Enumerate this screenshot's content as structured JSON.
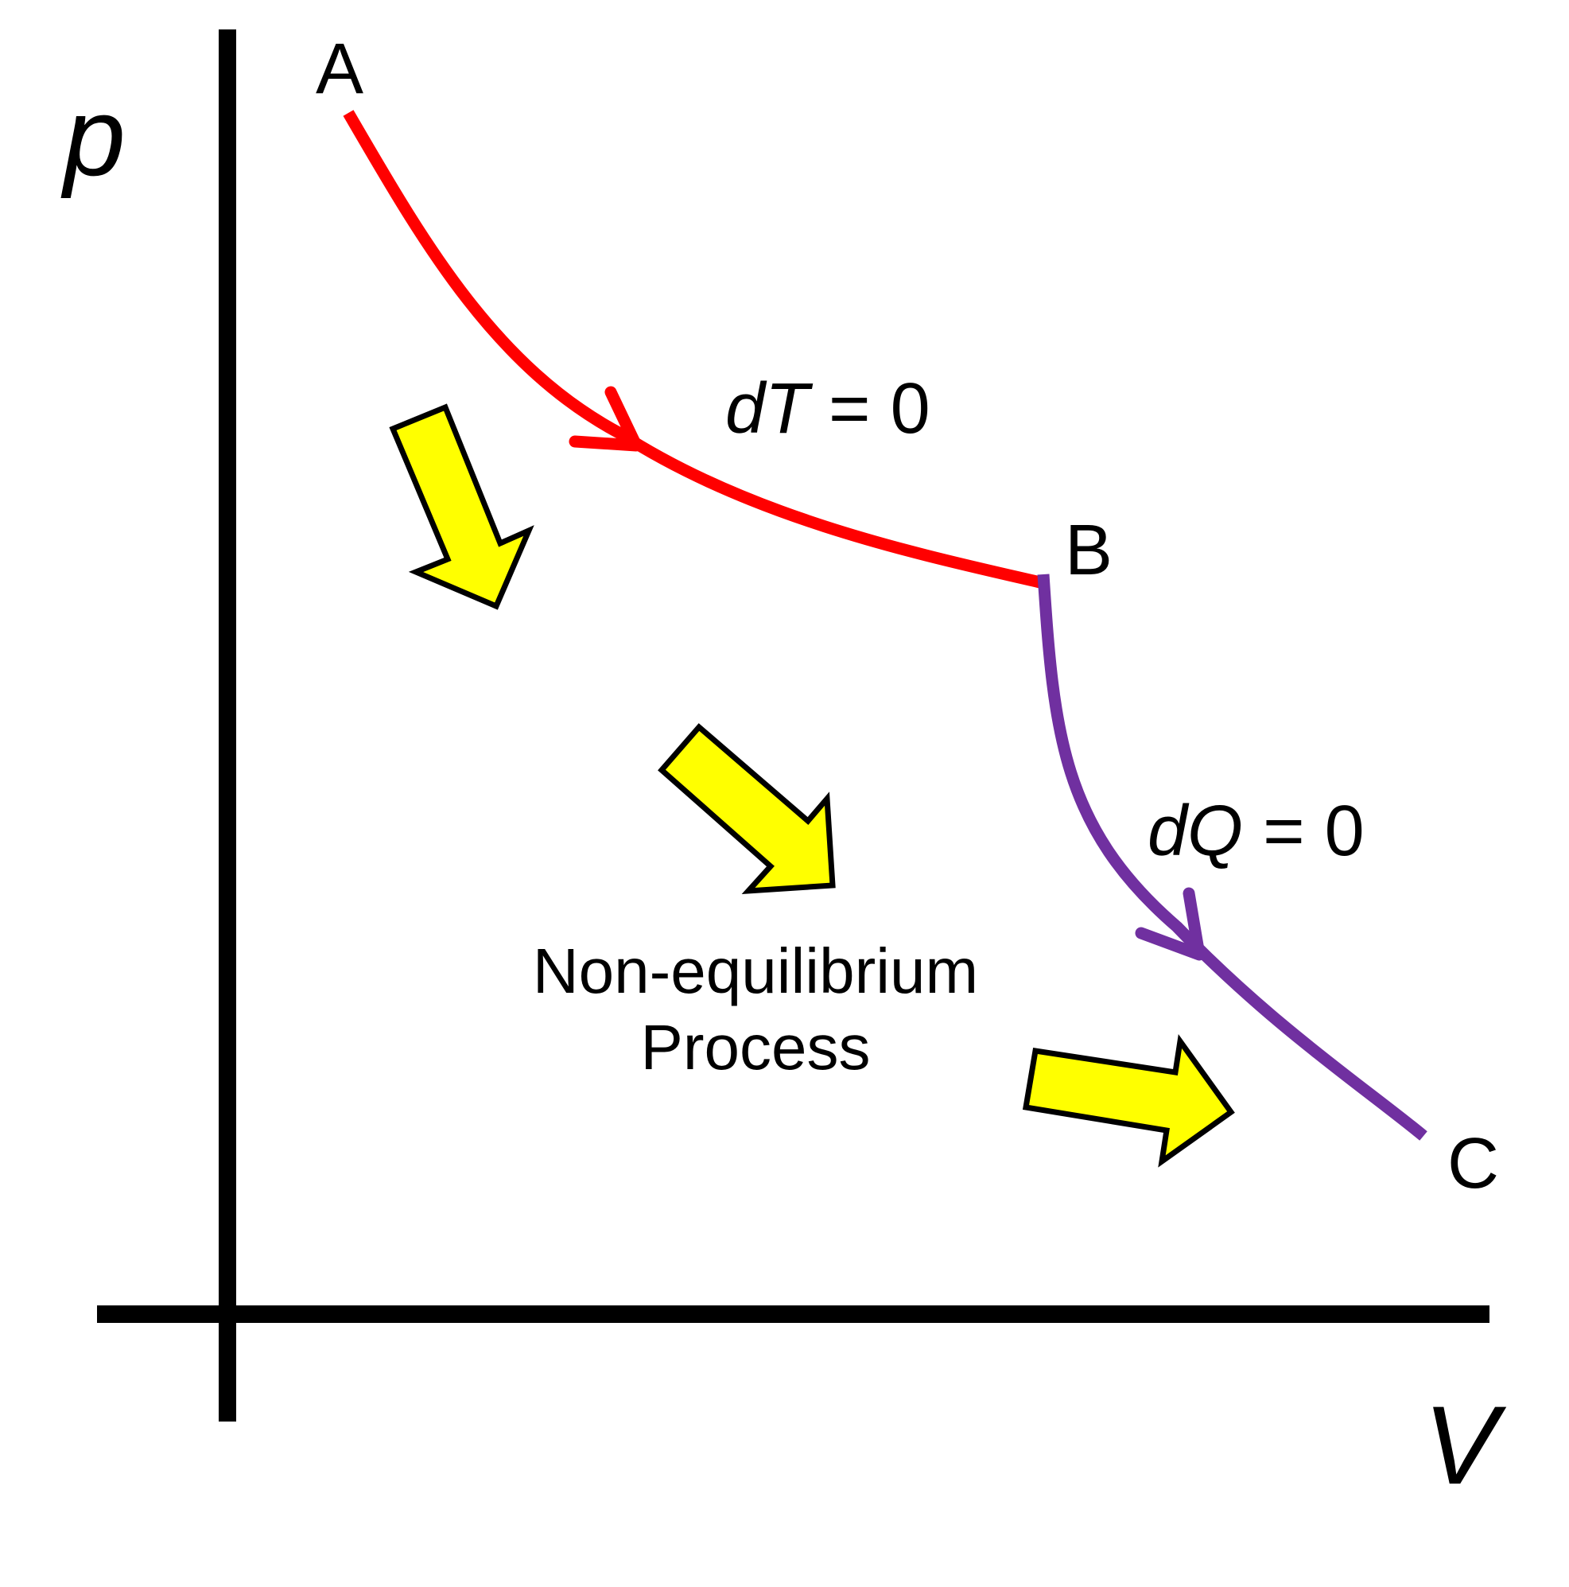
{
  "axes": {
    "y_label": "p",
    "x_label": "V"
  },
  "points": {
    "a": "A",
    "b": "B",
    "c": "C"
  },
  "segments": {
    "ab": {
      "label_var": "dT",
      "label_eq": " = 0",
      "color": "#ff0000"
    },
    "bc": {
      "label_var": "dQ",
      "label_eq": " = 0",
      "color": "#7030a0"
    }
  },
  "process_label": {
    "line1": "Non-equilibrium",
    "line2": "Process"
  },
  "arrow_color": "#ffff00"
}
